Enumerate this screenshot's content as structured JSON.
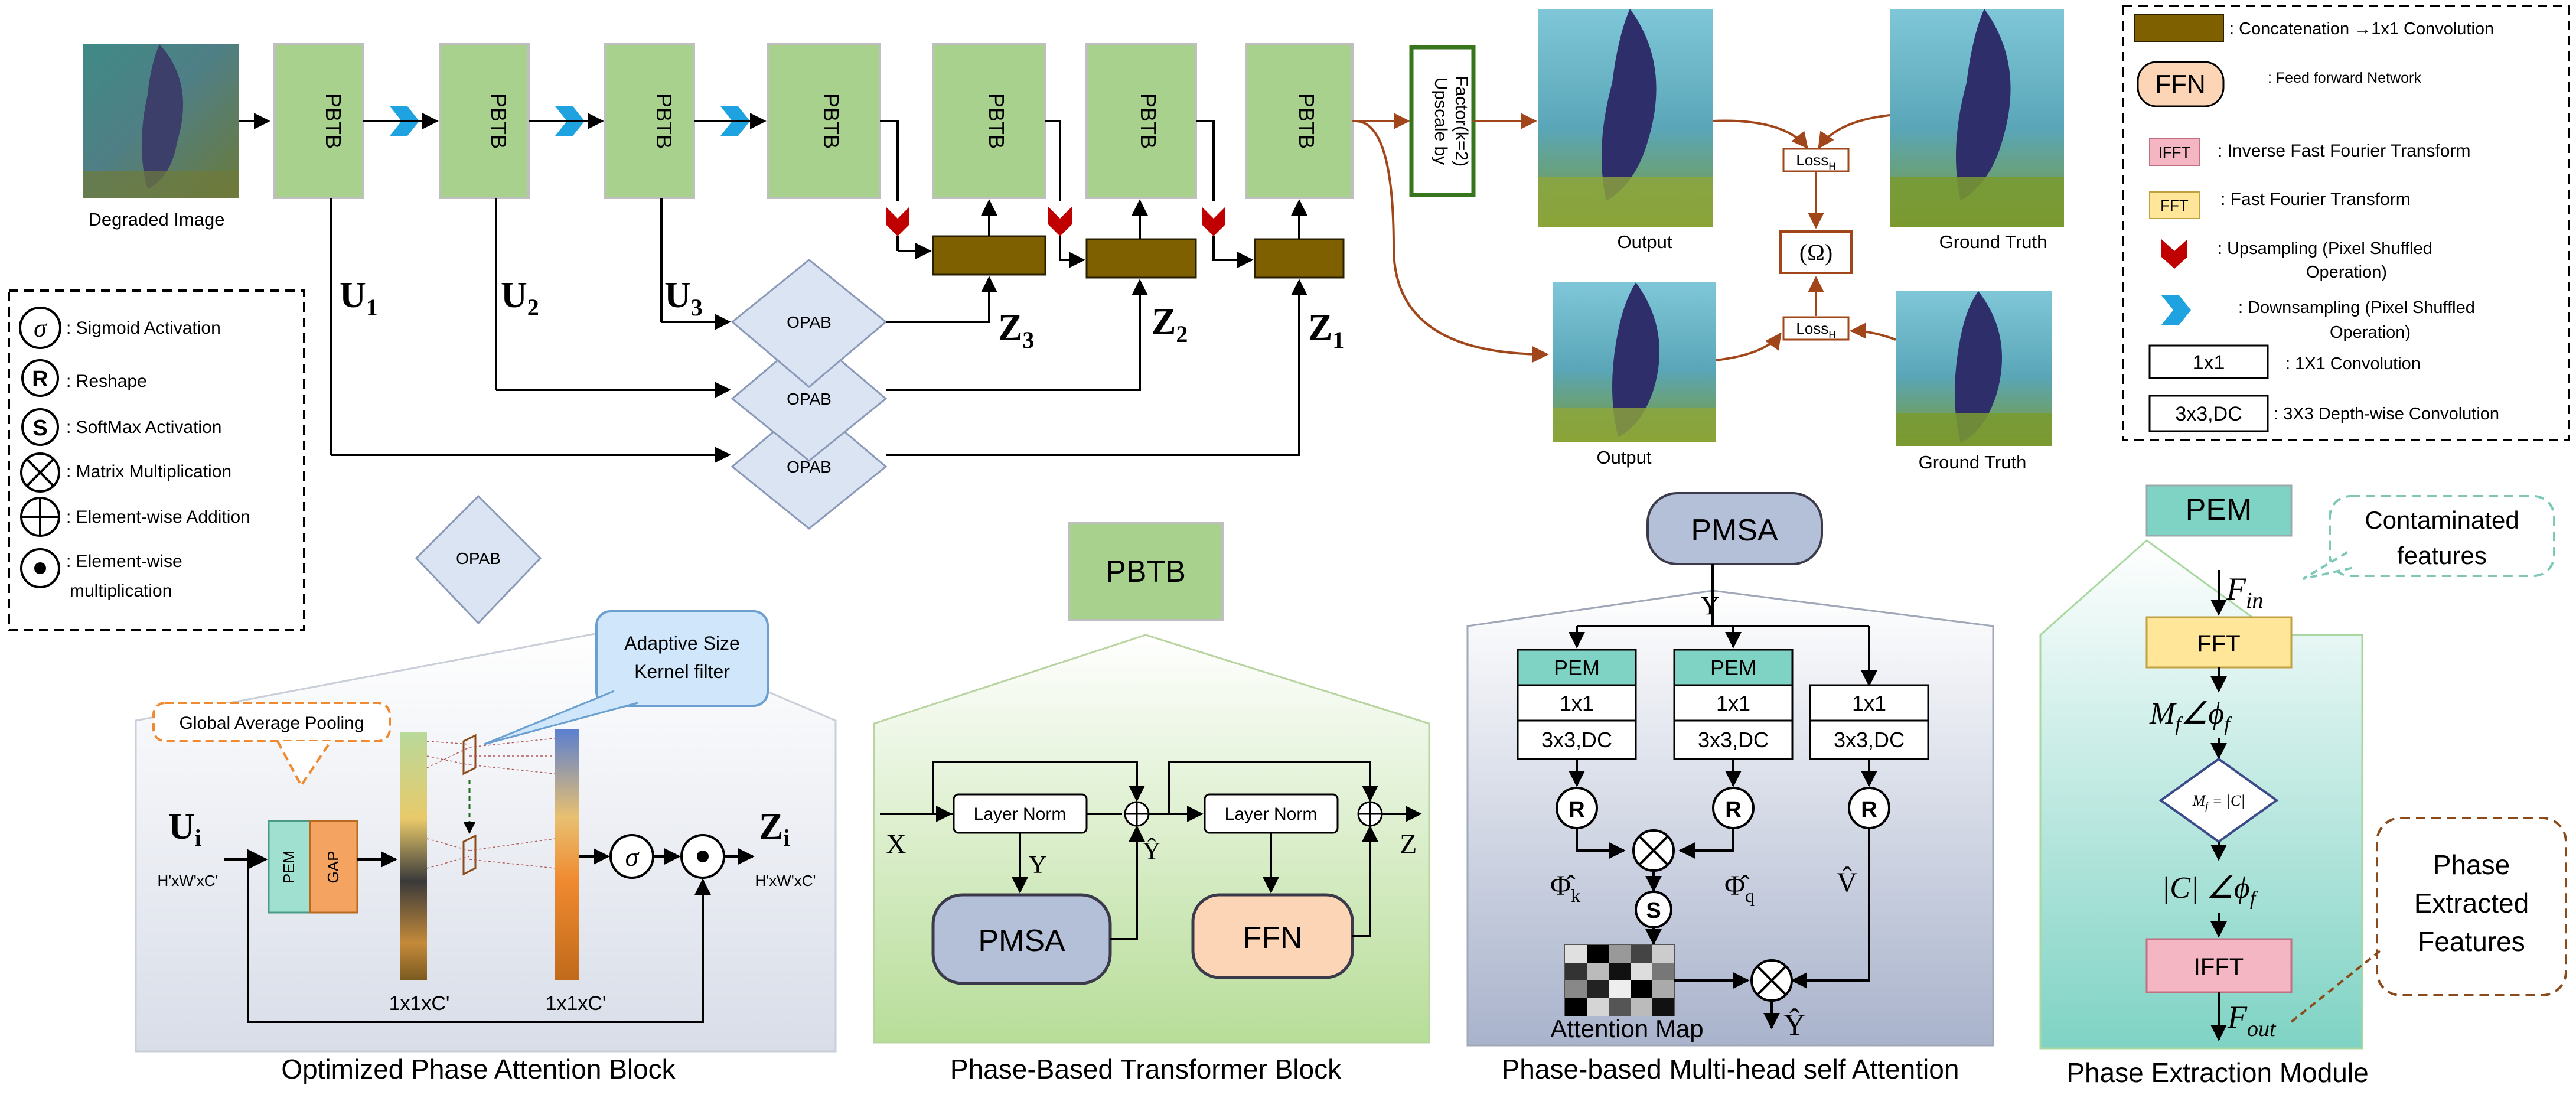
{
  "top_pipeline": {
    "input_caption": "Degraded Image",
    "pbtb_label": "PBTB",
    "upscale_label_line1": "Upscale by",
    "upscale_label_line2": "Factor(k=2)",
    "skip_labels": [
      "U",
      "U",
      "U"
    ],
    "skip_subs": [
      "1",
      "2",
      "3"
    ],
    "z_labels": [
      "Z",
      "Z",
      "Z"
    ],
    "z_subs": [
      "3",
      "2",
      "1"
    ],
    "opab_label": "OPAB",
    "output_caption": "Output",
    "ground_truth_caption": "Ground Truth",
    "loss_label": "Loss",
    "loss_sub": "H",
    "omega_label": "(Ω)"
  },
  "legend_right": {
    "concat": ": Concatenation →1x1 Convolution",
    "ffn_symbol": "FFN",
    "ffn": ": Feed forward Network",
    "ifft_symbol": "IFFT",
    "ifft": ": Inverse Fast Fourier Transform",
    "fft_symbol": "FFT",
    "fft": ": Fast Fourier Transform",
    "upsampling_line1": ": Upsampling (Pixel Shuffled",
    "upsampling_line2": "Operation)",
    "downsampling_line1": ": Downsampling (Pixel Shuffled",
    "downsampling_line2": "Operation)",
    "conv1_symbol": "1x1",
    "conv1": ": 1X1 Convolution",
    "conv3_symbol": "3x3,DC",
    "conv3": ": 3X3 Depth-wise Convolution"
  },
  "legend_left": {
    "sigmoid": ": Sigmoid Activation",
    "reshape": ":  Reshape",
    "softmax": ":  SoftMax Activation",
    "matmul": ": Matrix Multiplication",
    "addition": ": Element-wise Addition",
    "elementwise_line1": ": Element-wise",
    "elementwise_line2": "multiplication",
    "sym_sigma": "σ",
    "sym_r": "R",
    "sym_s": "S"
  },
  "opab_panel": {
    "header": "OPAB",
    "gap_callout": "Global Average Pooling",
    "kernel_callout_line1": "Adaptive Size",
    "kernel_callout_line2": "Kernel filter",
    "input_label": "U",
    "input_sub": "i",
    "input_dim": "H'xW'xC'",
    "pem": "PEM",
    "gap": "GAP",
    "bar_dim": "1x1xC'",
    "sigma": "σ",
    "output_label": "Z",
    "output_sub": "i",
    "output_dim": "H'xW'xC'",
    "caption": "Optimized Phase  Attention Block"
  },
  "pbtb_panel": {
    "header": "PBTB",
    "layer_norm": "Layer Norm",
    "pmsa": "PMSA",
    "ffn": "FFN",
    "x": "X",
    "y": "Y",
    "y_hat": "Ŷ",
    "z": "Z",
    "caption": "Phase-Based Transformer Block"
  },
  "pmsa_panel": {
    "header": "PMSA",
    "y": "Y",
    "pem": "PEM",
    "conv1": "1x1",
    "conv3": "3x3,DC",
    "r": "R",
    "s": "S",
    "phi_k": "Φ̂",
    "phi_k_sub": "k",
    "phi_q": "Φ̂",
    "phi_q_sub": "q",
    "v_hat": "V̂",
    "y_hat": "Ŷ",
    "attention_map": "Attention Map",
    "caption": "Phase-based Multi-head self Attention"
  },
  "pem_panel": {
    "header": "PEM",
    "contaminated_line1": "Contaminated",
    "contaminated_line2": "features",
    "f_in": "F",
    "f_in_sub": "in",
    "fft": "FFT",
    "mag_phase_1": "M",
    "mag_phase_1_sub": "f",
    "angle_phi": "∠ϕ",
    "angle_phi_sub": "f",
    "diamond_label": "M",
    "diamond_label_sub": "f",
    "diamond_rest": " = |C|",
    "mag_phase_2": "|C| ∠ϕ",
    "mag_phase_2_sub": "f",
    "ifft": "IFFT",
    "f_out": "F",
    "f_out_sub": "out",
    "phase_line1": "Phase",
    "phase_line2": "Extracted",
    "phase_line3": "Features",
    "caption": "Phase Extraction Module"
  },
  "colors": {
    "pbtb_green": "#a9d18e",
    "concat_brown": "#7f6000",
    "brown_arrow": "#a0461a",
    "pem_teal": "#9fe0d0",
    "fft_yellow": "#ffe699",
    "ifft_pink": "#f4b6c2",
    "ffn_peach": "#fbd5b5",
    "pmsa_blue": "#b4bfd8",
    "gap_orange": "#f4a460",
    "upsample_red": "#c00000",
    "downsample_blue": "#1fa3e0"
  }
}
